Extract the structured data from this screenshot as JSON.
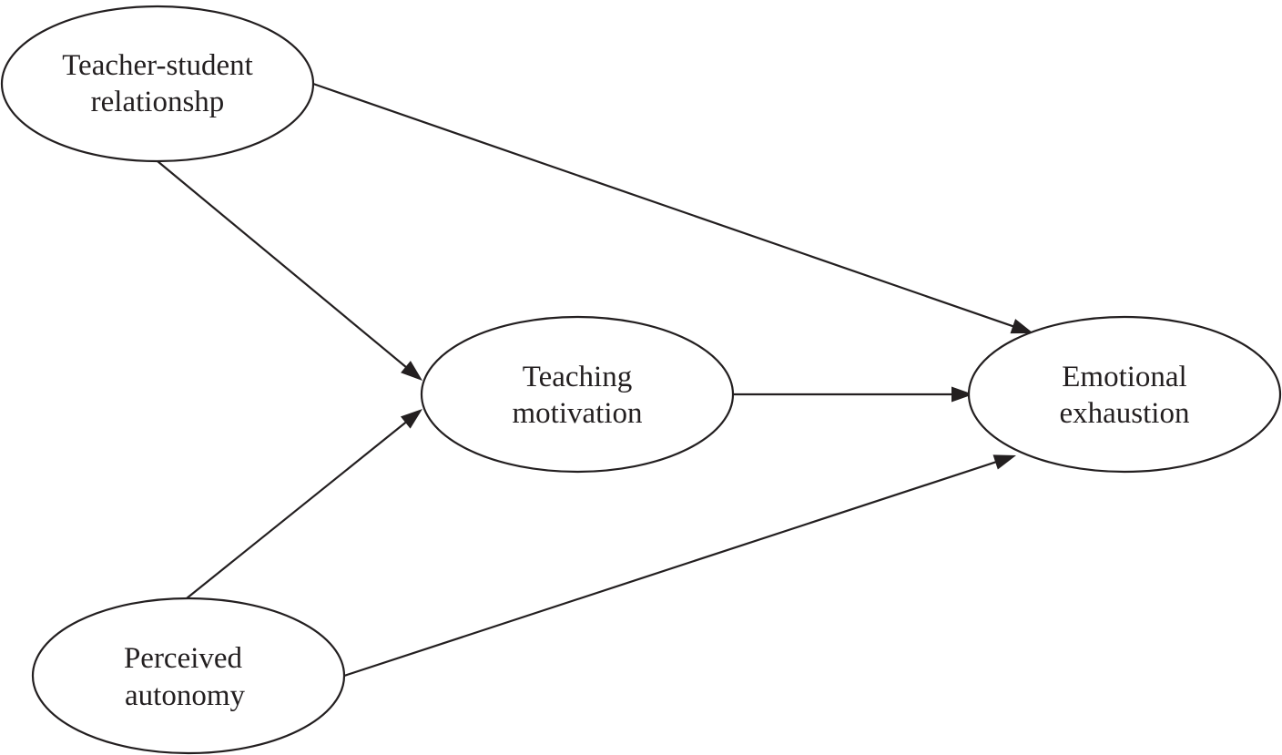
{
  "diagram": {
    "type": "path-model",
    "colors": {
      "stroke": "#231f20",
      "fill": "#ffffff",
      "text": "#231f20"
    },
    "nodes": [
      {
        "id": "tsr",
        "lines": [
          "Teacher-student",
          "relationshp"
        ]
      },
      {
        "id": "tm",
        "lines": [
          "Teaching",
          "motivation"
        ]
      },
      {
        "id": "ee",
        "lines": [
          "Emotional",
          "exhaustion"
        ]
      },
      {
        "id": "pa",
        "lines": [
          "Perceived",
          "autonomy"
        ]
      }
    ],
    "edges": [
      {
        "from": "tsr",
        "to": "ee"
      },
      {
        "from": "tsr",
        "to": "tm"
      },
      {
        "from": "tm",
        "to": "ee"
      },
      {
        "from": "pa",
        "to": "tm"
      },
      {
        "from": "pa",
        "to": "ee"
      }
    ]
  }
}
